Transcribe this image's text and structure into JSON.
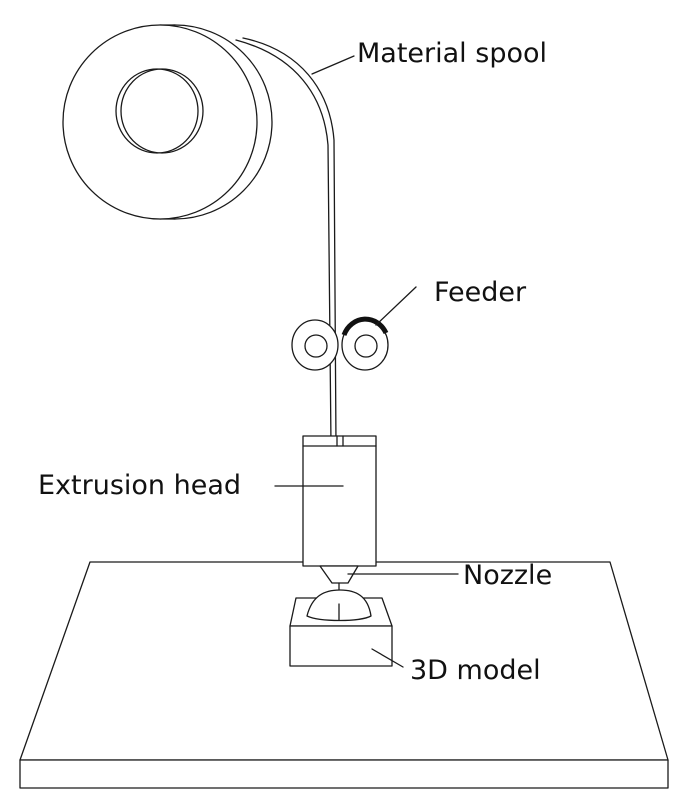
{
  "labels": {
    "material_spool": "Material spool",
    "feeder": "Feeder",
    "extrusion_head": "Extrusion head",
    "nozzle": "Nozzle",
    "model_3d": "3D model"
  },
  "colors": {
    "line": "#1a1a1a",
    "background": "#ffffff",
    "feeder_band": "#111111"
  }
}
